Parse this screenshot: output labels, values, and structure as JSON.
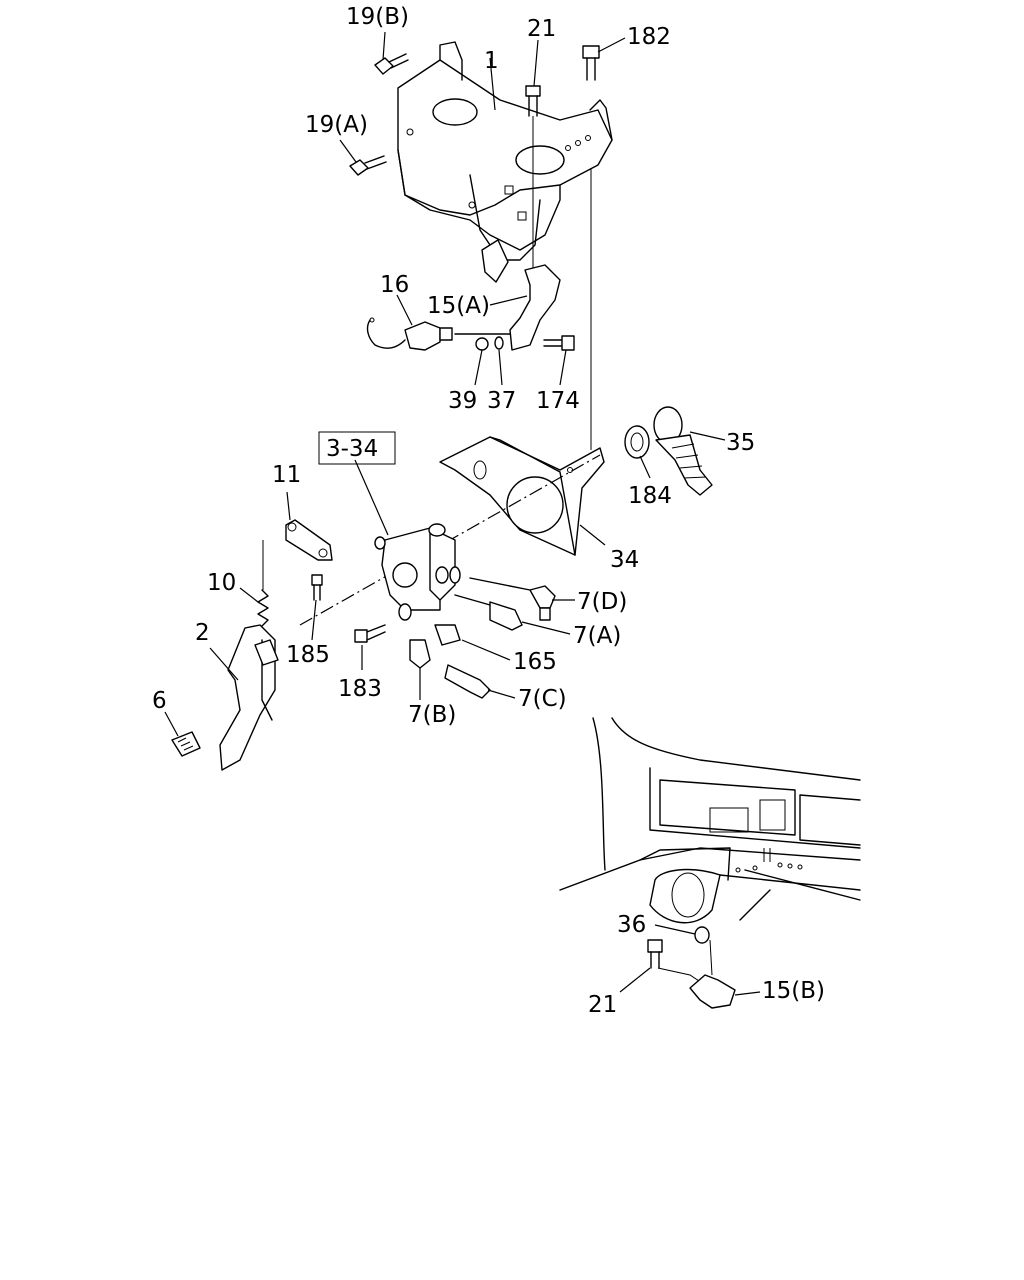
{
  "diagram": {
    "callouts": {
      "c19b": "19(B)",
      "c21_top": "21",
      "c182": "182",
      "c1": "1",
      "c19a": "19(A)",
      "c16": "16",
      "c15a": "15(A)",
      "c39": "39",
      "c37": "37",
      "c174": "174",
      "c3_34": "3-34",
      "c35": "35",
      "c184": "184",
      "c34": "34",
      "c11": "11",
      "c10": "10",
      "c185": "185",
      "c2": "2",
      "c7d": "7(D)",
      "c7a": "7(A)",
      "c165": "165",
      "c183": "183",
      "c7c": "7(C)",
      "c7b": "7(B)",
      "c6": "6",
      "c36": "36",
      "c21_bottom": "21",
      "c15b": "15(B)"
    }
  }
}
